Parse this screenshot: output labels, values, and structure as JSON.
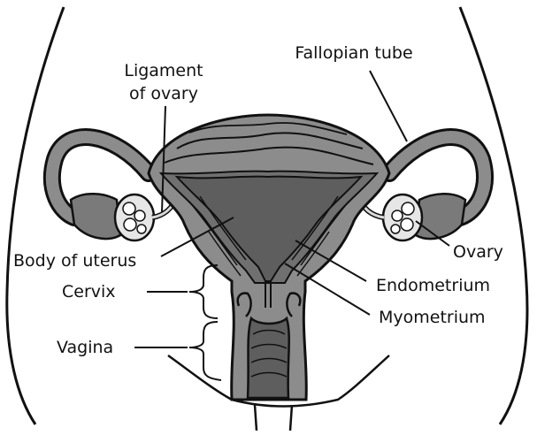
{
  "labels": {
    "ligament_line1": "Ligament",
    "ligament_line2": "of ovary",
    "fallopian_tube": "Fallopian tube",
    "body_of_uterus": "Body of uterus",
    "cervix": "Cervix",
    "vagina": "Vagina",
    "ovary": "Ovary",
    "endometrium": "Endometrium",
    "myometrium": "Myometrium"
  },
  "colors": {
    "outline": "#111111",
    "myometrium_fill": "#8c8c8c",
    "cavity_fill": "#5e5e5e",
    "ovary_fill": "#7a7a7a",
    "follicle_fill": "#e6e6e6",
    "background": "#ffffff"
  }
}
